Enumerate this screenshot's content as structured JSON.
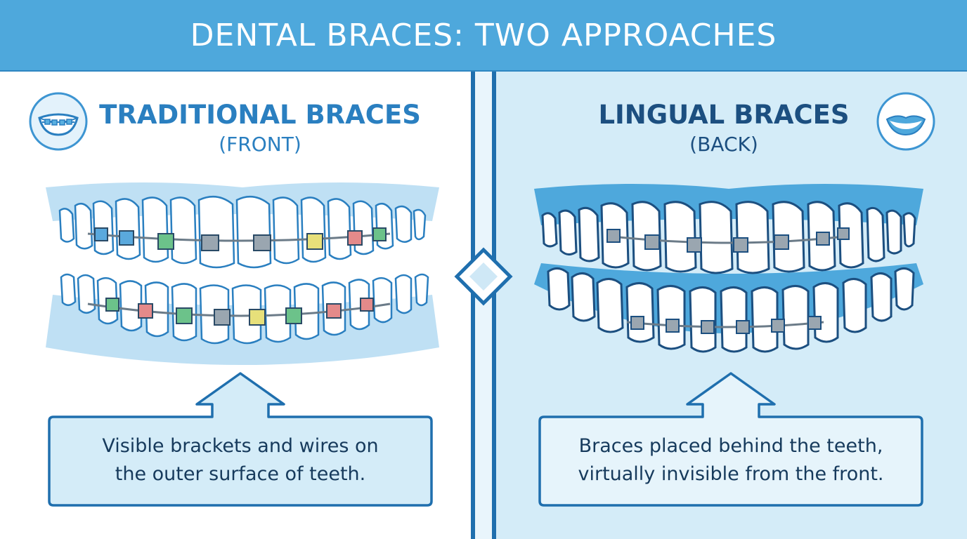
{
  "header": {
    "title": "DENTAL BRACES: TWO APPROACHES"
  },
  "colors": {
    "header": "#4ea8dc",
    "left_title": "#2a7fc0",
    "right_title": "#1c4f80",
    "right_panel": "#d4ecf8",
    "divider": "#1f6fae"
  },
  "left": {
    "title": "TRADITIONAL BRACES",
    "subtitle": "(FRONT)",
    "icon": "smile-with-braces-icon",
    "description_line1": "Visible brackets and wires on",
    "description_line2": "the outer surface of teeth."
  },
  "right": {
    "title": "LINGUAL BRACES",
    "subtitle": "(BACK)",
    "icon": "smile-icon",
    "description_line1": "Braces placed behind the teeth,",
    "description_line2": "virtually invisible from the front."
  }
}
